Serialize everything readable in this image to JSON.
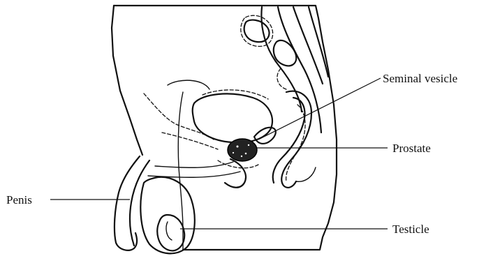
{
  "labels": {
    "seminal_vesicle": "Seminal vesicle",
    "prostate": "Prostate",
    "penis": "Penis",
    "testicle": "Testicle"
  },
  "colors": {
    "ink": "#111111",
    "background": "#ffffff"
  }
}
